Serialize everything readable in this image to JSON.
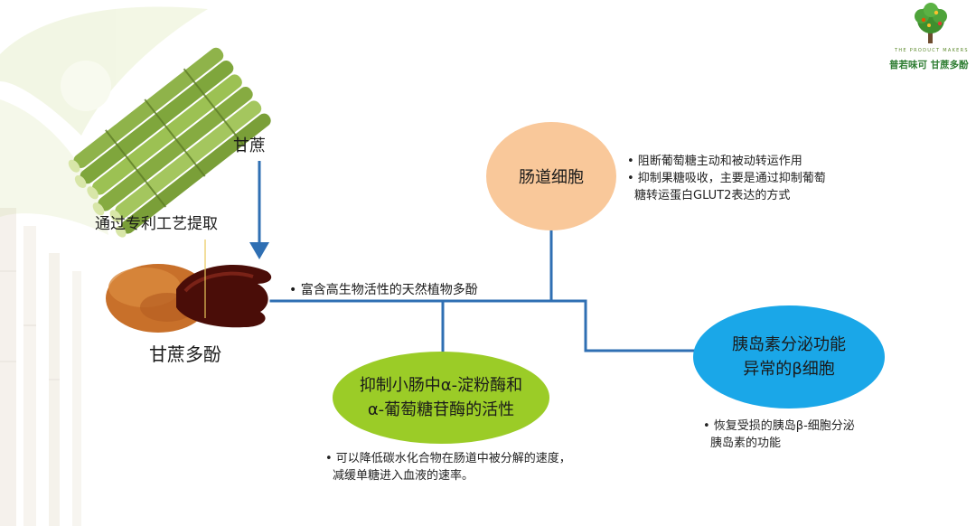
{
  "brand": {
    "tagline": "THE PRODUCT MAKERS",
    "name": "普若味可 甘蔗多酚",
    "colors": {
      "green": "#2e7d32",
      "orange": "#e65100"
    }
  },
  "source": {
    "label": "甘蔗",
    "process": "通过专利工艺提取",
    "product": "甘蔗多酚",
    "feature": "• 富含高生物活性的天然植物多酚"
  },
  "nodes": {
    "intestine": {
      "label": "肠道细胞",
      "color": "#f9c89a",
      "points": [
        "• 阻断葡萄糖主动和被动转运作用",
        "• 抑制果糖吸收，主要是通过抑制葡萄",
        "  糖转运蛋白GLUT2表达的方式"
      ]
    },
    "enzyme": {
      "label_line1": "抑制小肠中α-淀粉酶和",
      "label_line2": "α-葡萄糖苷酶的活性",
      "color": "#9bcc27",
      "points": [
        "• 可以降低碳水化合物在肠道中被分解的速度，",
        "  减缓单糖进入血液的速率。"
      ]
    },
    "beta": {
      "label_line1": "胰岛素分泌功能",
      "label_line2": "异常的β细胞",
      "color": "#1aa7e8",
      "points": [
        "• 恢复受损的胰岛β-细胞分泌",
        "  胰岛素的功能"
      ]
    }
  },
  "connector_color": "#2f6fb3"
}
